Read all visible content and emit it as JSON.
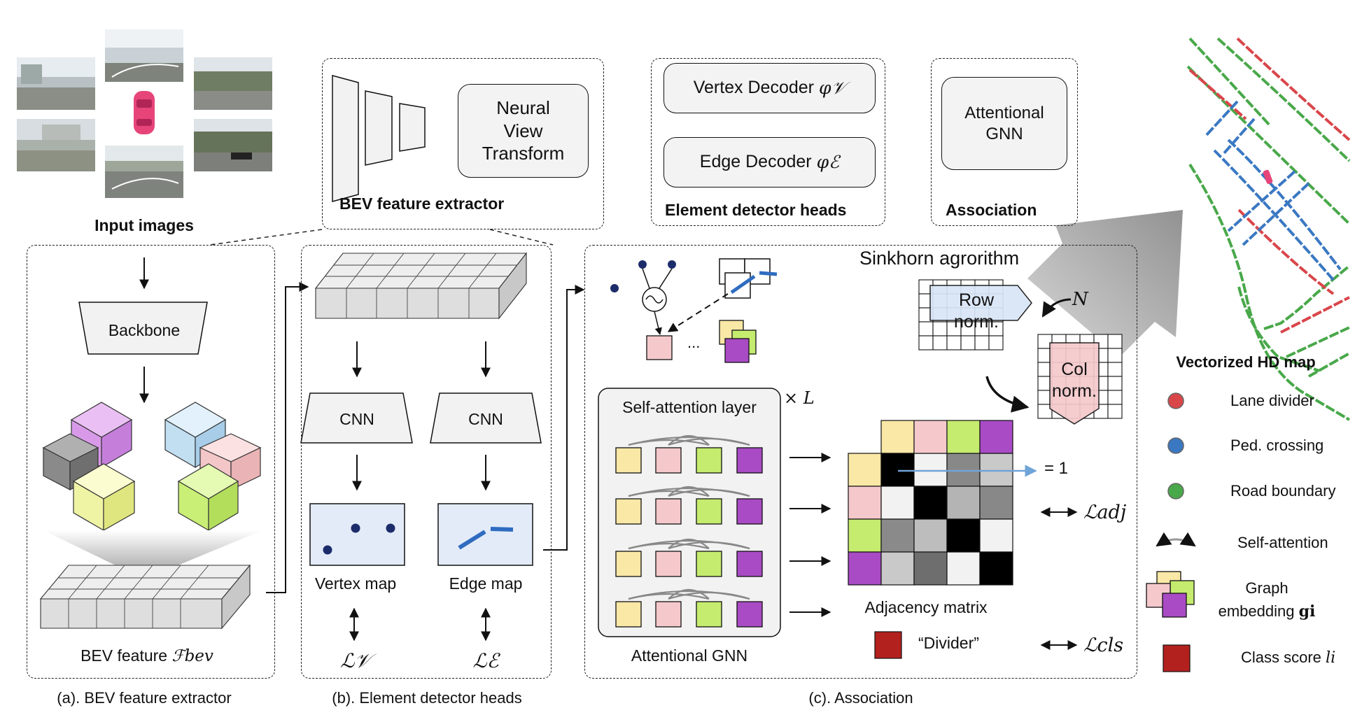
{
  "top": {
    "input_images_label": "Input images",
    "bev_group": {
      "title": "BEV feature extractor",
      "nvt_line1": "Neural",
      "nvt_line2": "View",
      "nvt_line3": "Transform"
    },
    "heads_group": {
      "title": "Element detector heads",
      "vertex_decoder": "Vertex Decoder",
      "vertex_sym": "φ𝒱",
      "edge_decoder": "Edge Decoder",
      "edge_sym": "φℰ"
    },
    "assoc_group": {
      "title": "Association",
      "gnn_line1": "Attentional",
      "gnn_line2": "GNN"
    }
  },
  "panel_a": {
    "backbone": "Backbone",
    "bev_feature_label": "BEV feature",
    "bev_feature_sym": "ℱbev",
    "caption": "(a). BEV feature extractor"
  },
  "panel_b": {
    "cnn_left": "CNN",
    "cnn_right": "CNN",
    "vertex_map": "Vertex map",
    "edge_map": "Edge map",
    "loss_vertex": "ℒ𝒱",
    "loss_edge": "ℒℰ",
    "caption": "(b). Element detector heads"
  },
  "panel_c": {
    "sinkhorn_title": "Sinkhorn agrorithm",
    "row_norm_line1": "Row",
    "row_norm_line2": "norm.",
    "col_norm_line1": "Col",
    "col_norm_line2": "norm.",
    "iter_sym": "N",
    "ellipsis": "...",
    "self_attention_layer": "Self-attention layer",
    "layer_repeat": "× L",
    "attentional_gnn": "Attentional GNN",
    "adjacency_matrix": "Adjacency matrix",
    "equals_one": "= 1",
    "loss_adj": "ℒadj",
    "divider_label": "“Divider”",
    "loss_cls": "ℒcls",
    "caption": "(c). Association"
  },
  "legend": {
    "title": "Vectorized HD map",
    "lane_divider": "Lane divider",
    "ped_crossing": "Ped. crossing",
    "road_boundary": "Road boundary",
    "self_attention": "Self-attention",
    "graph_embedding_line1": "Graph",
    "graph_embedding_line2": "embedding",
    "graph_embedding_sym": "gi",
    "class_score": "Class score",
    "class_score_sym": "li"
  },
  "colors": {
    "lane_divider": "#d9464a",
    "ped_crossing": "#3a78c2",
    "road_boundary": "#49a84a",
    "node_yellow": "#f9e8a6",
    "node_pink": "#f5c9cc",
    "node_green": "#c5ec6f",
    "node_purple": "#a84bc4",
    "class_red": "#b3211e",
    "map_blue": "#e3ebf9",
    "edge_blue": "#2f6cc0"
  }
}
